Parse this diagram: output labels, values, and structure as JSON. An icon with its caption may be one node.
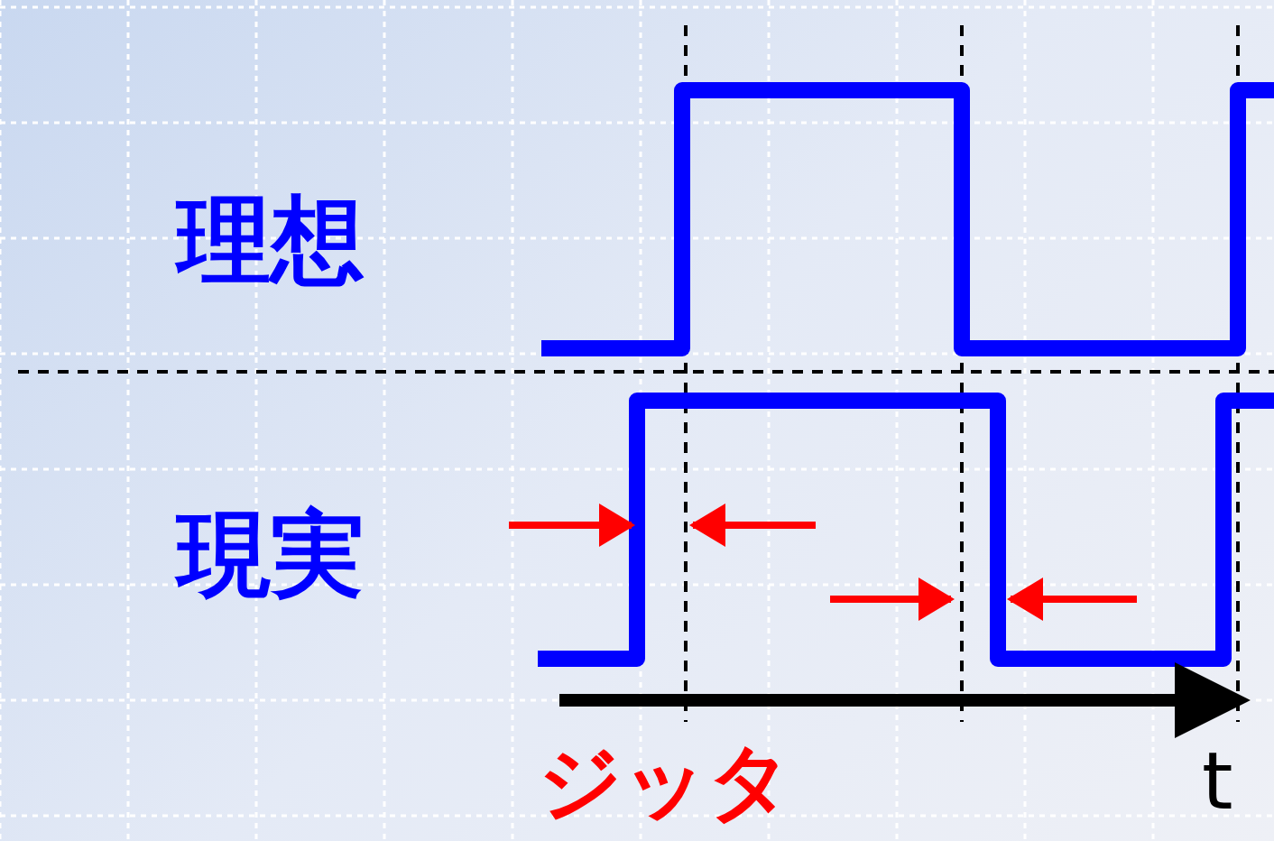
{
  "diagram": {
    "labels": [
      "理想",
      "現実",
      "ジッタ",
      "t"
    ]
  }
}
